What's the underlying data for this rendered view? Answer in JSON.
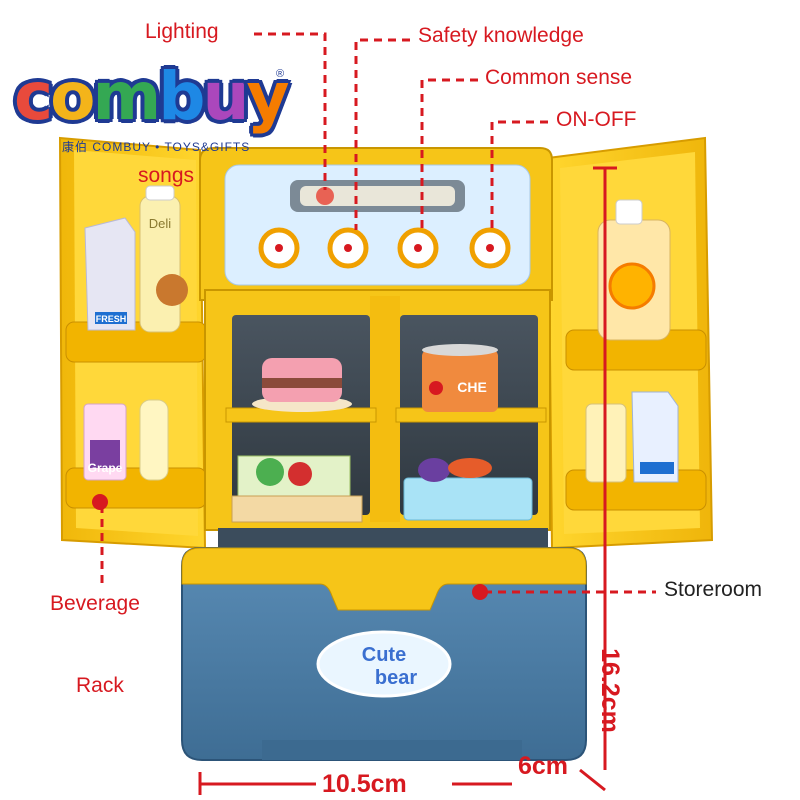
{
  "brand": {
    "logo_word": "combuy",
    "registered_mark": "®",
    "tagline": "康伯 COMBUY • TOYS&GIFTS"
  },
  "callouts": {
    "lighting": "Lighting",
    "safety": "Safety knowledge",
    "common_sense": "Common sense",
    "on_off": "ON-OFF",
    "songs": "songs",
    "storeroom": "Storeroom",
    "beverage": "Beverage",
    "rack": "Rack"
  },
  "dimensions": {
    "width": "10.5cm",
    "depth": "6cm",
    "height": "16.2cm"
  },
  "toy": {
    "badge_line1": "Cute",
    "badge_line2": "bear",
    "can_text": "CHE",
    "carton_text": "FRESH",
    "juice_text": "Grape",
    "bottle_text": "Deli"
  },
  "colors": {
    "callout_red": "#d71920",
    "body_yellow": "#f6c518",
    "drawer_blue": "#4f7fa6",
    "panel_light_blue": "#dcefff"
  }
}
